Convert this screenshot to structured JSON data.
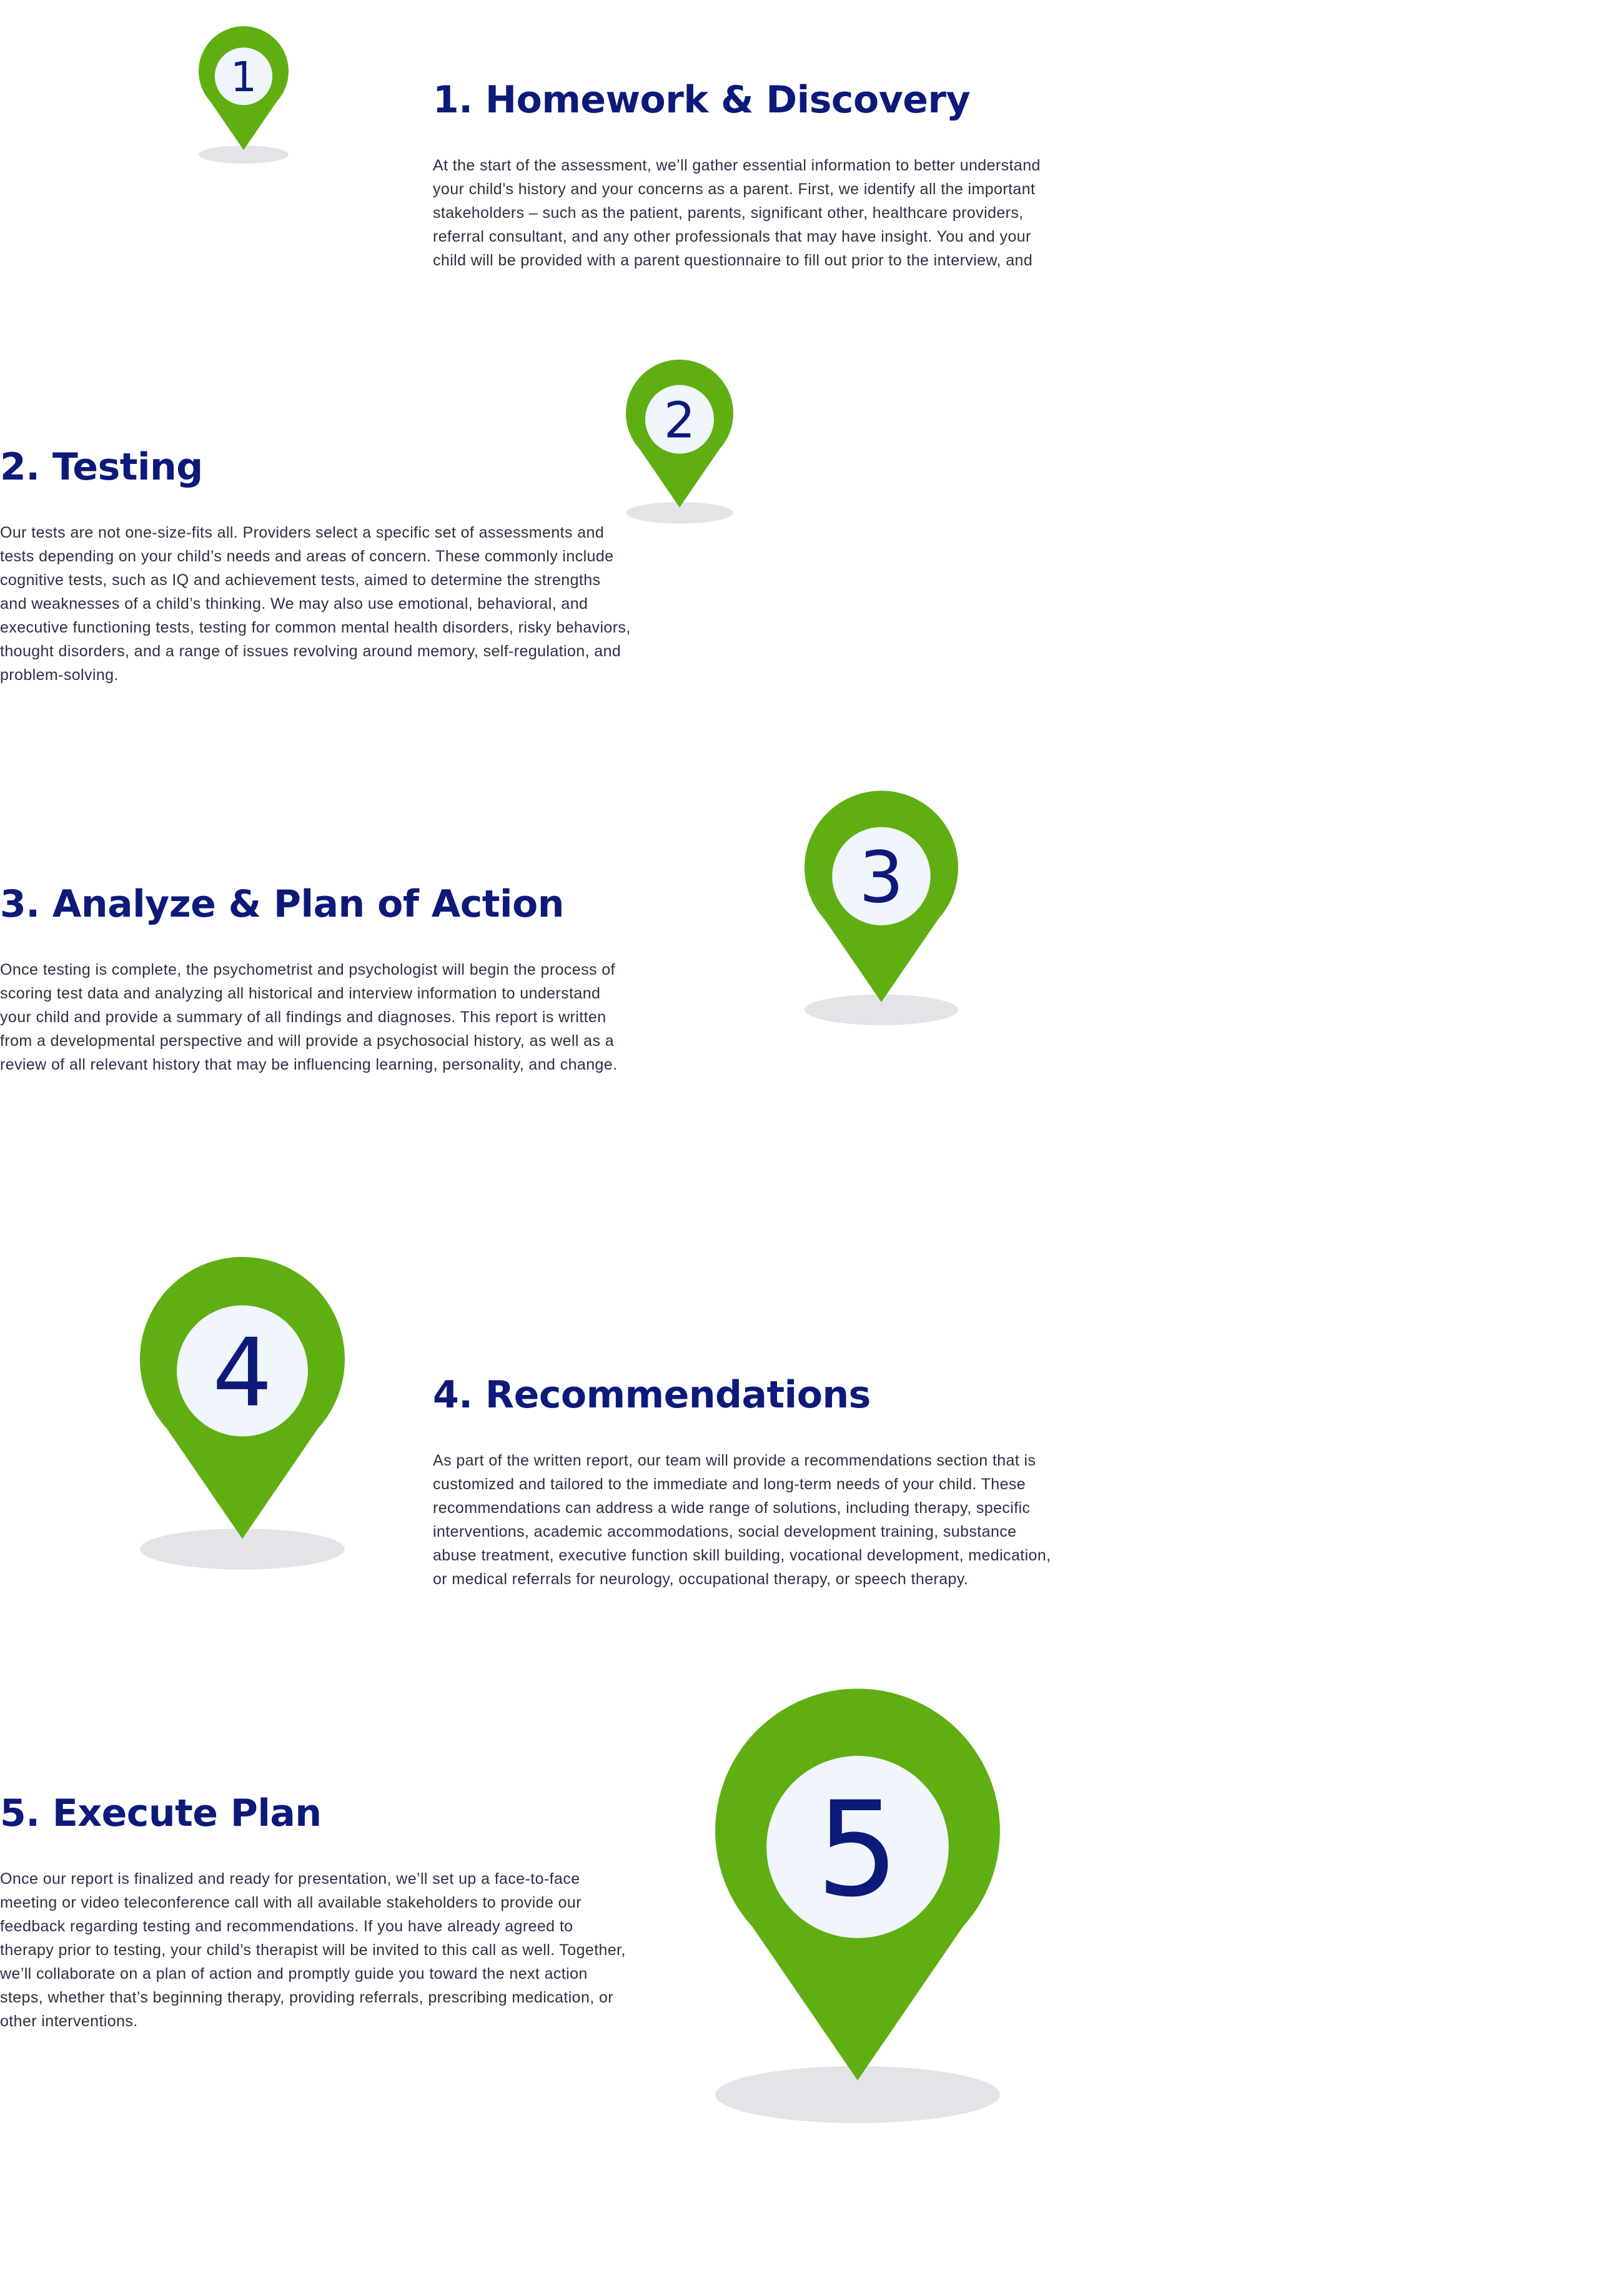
{
  "colors": {
    "pin": "#5faf12",
    "pin_circle": "#f1f5fc",
    "number": "#0d1a7a",
    "shadow": "#e3e3e8",
    "heading": "#0d1a7a",
    "body_text": "#2c2f44"
  },
  "steps": [
    {
      "number": "1",
      "title": "1. Homework & Discovery",
      "text": "At the start of the assessment, we’ll gather essential information to better understand your child’s history and your concerns as a parent. First, we identify all the important stakeholders – such as the patient, parents, significant other, healthcare providers, referral consultant, and any other professionals that may have insight. You and your child will be provided with a parent questionnaire to fill out prior to the interview, and",
      "icon": "map-pin-icon"
    },
    {
      "number": "2",
      "title": "2. Testing",
      "text": "Our tests are not one-size-fits all. Providers select a specific set of assessments and tests depending on your child’s needs and areas of concern. These commonly include cognitive tests, such as IQ and achievement tests, aimed to determine the strengths and weaknesses of a child’s thinking. We may also use emotional, behavioral, and executive functioning tests, testing for common mental health disorders, risky behaviors, thought disorders, and a range of issues revolving around memory, self-regulation, and problem-solving.",
      "icon": "map-pin-icon"
    },
    {
      "number": "3",
      "title": "3. Analyze & Plan of Action",
      "text": "Once testing is complete, the psychometrist and psychologist will begin the process of scoring test data and analyzing all historical and interview information to understand your child and provide a summary of all findings and diagnoses. This report is written from a developmental perspective and will provide a psychosocial history, as well as a review of all relevant history that may be influencing learning, personality, and change.",
      "icon": "map-pin-icon"
    },
    {
      "number": "4",
      "title": "4. Recommendations",
      "text": "As part of the written report, our team will provide a recommendations section that is customized and tailored to the immediate and long-term needs of your child. These recommendations can address a wide range of solutions, including therapy, specific interventions, academic accommodations, social development training, substance abuse treatment, executive function skill building, vocational development, medication, or medical referrals for neurology, occupational therapy, or speech therapy.",
      "icon": "map-pin-icon"
    },
    {
      "number": "5",
      "title": "5. Execute Plan",
      "text": "Once our report is finalized and ready for presentation, we’ll set up a face-to-face meeting or video teleconference call with all available stakeholders to provide our feedback regarding testing and recommendations. If you have already agreed to therapy prior to testing, your child’s therapist will be invited to this call as well. Together, we’ll collaborate on a plan of action and promptly guide you toward the next action steps, whether that’s beginning therapy, providing referrals, prescribing medication, or other interventions.",
      "icon": "map-pin-icon"
    }
  ]
}
